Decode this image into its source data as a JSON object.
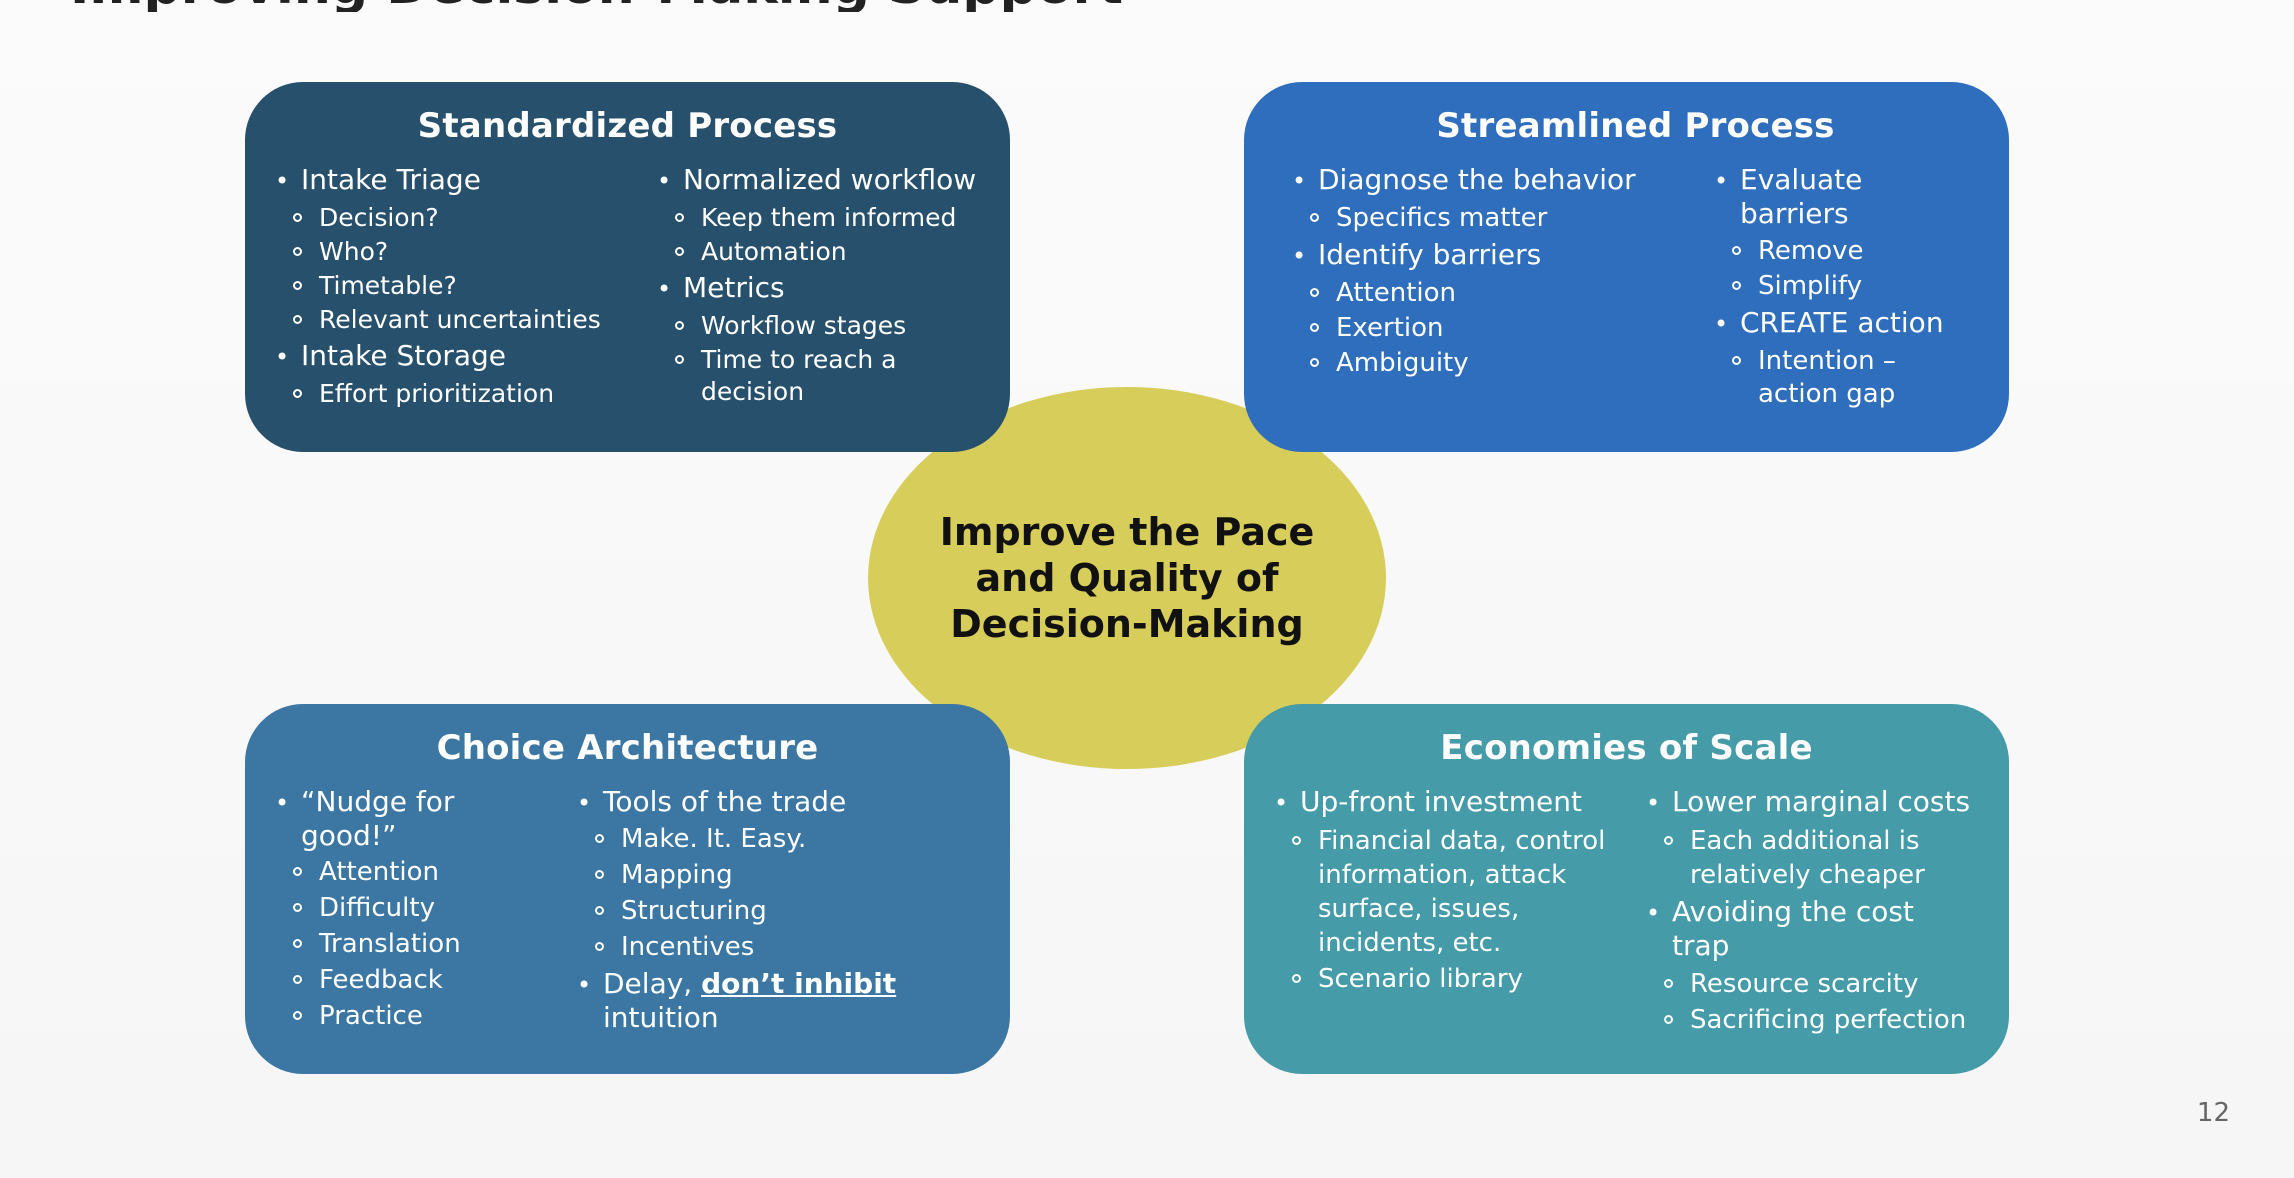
{
  "slide": {
    "title": "Improving Decision-Making Support",
    "page_number": "12"
  },
  "center": {
    "label": "Improve the Pace and Quality of Decision-Making",
    "color": "#d7cd5b"
  },
  "cards": {
    "standardized": {
      "title": "Standardized Process",
      "color": "#27506d",
      "col1": {
        "item1": "Intake Triage",
        "item1_sub": [
          "Decision?",
          "Who?",
          "Timetable?",
          "Relevant uncertainties"
        ],
        "item2": "Intake Storage",
        "item2_sub": [
          "Effort prioritization"
        ]
      },
      "col2": {
        "item1": "Normalized workflow",
        "item1_sub": [
          "Keep them informed",
          "Automation"
        ],
        "item2": "Metrics",
        "item2_sub": [
          "Workflow stages",
          "Time to reach a decision"
        ]
      }
    },
    "streamlined": {
      "title": "Streamlined Process",
      "color": "#2f6ebd",
      "col1": {
        "item1": "Diagnose the behavior",
        "item1_sub": [
          "Specifics matter"
        ],
        "item2": "Identify barriers",
        "item2_sub": [
          "Attention",
          "Exertion",
          "Ambiguity"
        ]
      },
      "col2": {
        "item1": "Evaluate barriers",
        "item1_sub": [
          "Remove",
          "Simplify"
        ],
        "item2": "CREATE action",
        "item2_sub": [
          "Intention – action gap"
        ]
      }
    },
    "choice": {
      "title": "Choice Architecture",
      "color": "#3c77a4",
      "col1": {
        "item1": "“Nudge for good!”",
        "item1_sub": [
          "Attention",
          "Difficulty",
          "Translation",
          "Feedback",
          "Practice"
        ]
      },
      "col2": {
        "item1": "Tools of the trade",
        "item1_sub": [
          "Make. It. Easy.",
          "Mapping",
          "Structuring",
          "Incentives"
        ],
        "item2_pre": "Delay, ",
        "item2_strong": "don’t inhibit",
        "item2_post": " intuition"
      }
    },
    "economies": {
      "title": "Economies of Scale",
      "color": "#459ba8",
      "col1": {
        "item1": "Up-front investment",
        "item1_sub": [
          "Financial data, control information, attack surface, issues, incidents, etc.",
          "Scenario library"
        ]
      },
      "col2": {
        "item1": "Lower marginal costs",
        "item1_sub": [
          "Each additional is relatively cheaper"
        ],
        "item2": "Avoiding the cost trap",
        "item2_sub": [
          "Resource scarcity",
          "Sacrificing perfection"
        ]
      }
    }
  }
}
